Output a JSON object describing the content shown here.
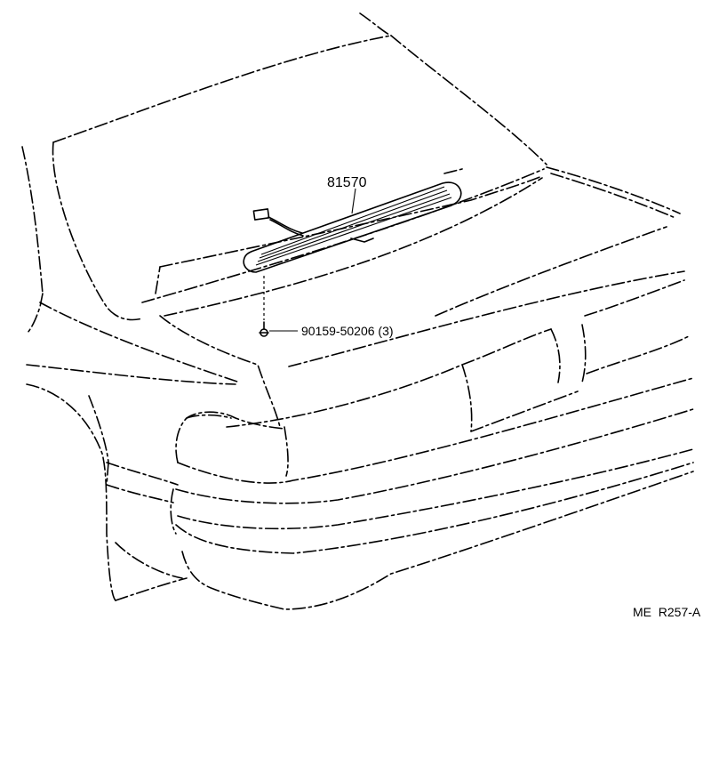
{
  "diagram": {
    "parts": [
      {
        "id": "lamp",
        "label": "81570"
      },
      {
        "id": "screw",
        "label": "90159-50206 (3)"
      }
    ],
    "drawing_code": "ME  R257-A"
  }
}
